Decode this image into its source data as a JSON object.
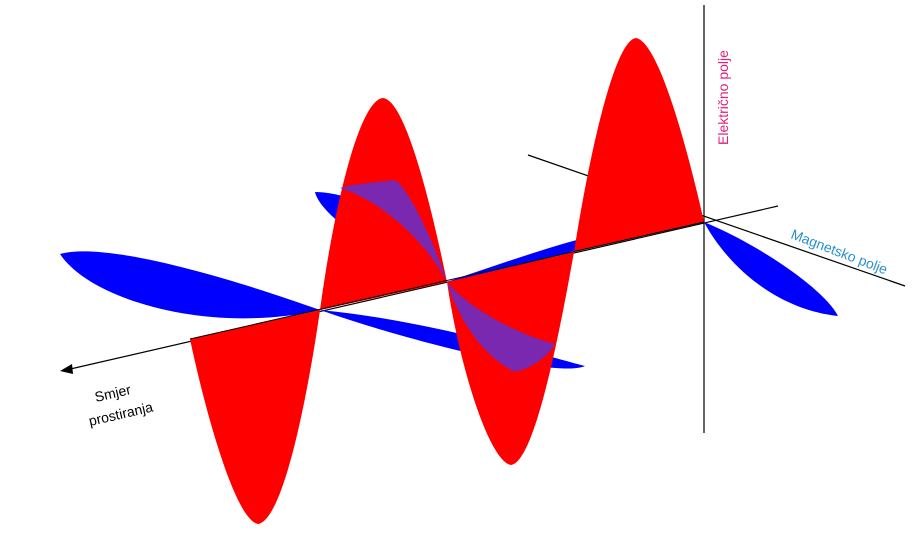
{
  "labels": {
    "electric_field": "Električno polje",
    "magnetic_field": "Magnetsko polje",
    "direction_line1": "Smjer",
    "direction_line2": "prostiranja"
  },
  "colors": {
    "electric_wave": "#ff0000",
    "magnetic_wave": "#0000ff",
    "overlap": "#7a28b0",
    "electric_label": "#e0207a",
    "magnetic_label": "#2a8fd0",
    "axis": "#000000"
  }
}
